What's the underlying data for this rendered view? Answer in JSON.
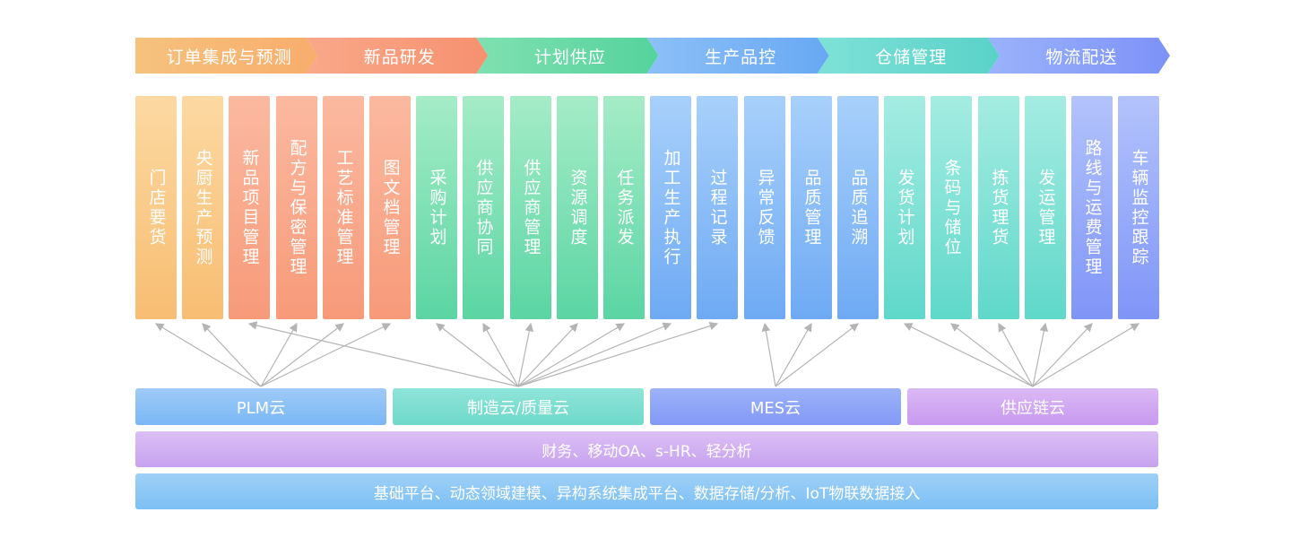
{
  "stages": [
    {
      "label": "订单集成与预测",
      "from": "#f6c27e",
      "to": "#f8ad6c"
    },
    {
      "label": "新品研发",
      "from": "#f9a88a",
      "to": "#f6916f"
    },
    {
      "label": "计划供应",
      "from": "#7fe0b0",
      "to": "#55d39d"
    },
    {
      "label": "生产品控",
      "from": "#8cc0f7",
      "to": "#68a8f3"
    },
    {
      "label": "仓储管理",
      "from": "#7fe1d8",
      "to": "#5ad2c8"
    },
    {
      "label": "物流配送",
      "from": "#9bb3fb",
      "to": "#7d92f7"
    }
  ],
  "modules": [
    {
      "label": "门店要货",
      "from": "#fcd9a2",
      "to": "#f8bd72"
    },
    {
      "label": "央厨生产预测",
      "from": "#fcd9a2",
      "to": "#f8bd72"
    },
    {
      "label": "新品项目管理",
      "from": "#fbb9a0",
      "to": "#f79a79"
    },
    {
      "label": "配方与保密管理",
      "from": "#fbb9a0",
      "to": "#f79a79"
    },
    {
      "label": "工艺标准管理",
      "from": "#fbb9a0",
      "to": "#f79a79"
    },
    {
      "label": "图文档管理",
      "from": "#fbb9a0",
      "to": "#f79a79"
    },
    {
      "label": "采购计划",
      "from": "#a5ecc7",
      "to": "#5bd5a3"
    },
    {
      "label": "供应商协同",
      "from": "#a5ecc7",
      "to": "#5bd5a3"
    },
    {
      "label": "供应商管理",
      "from": "#a5ecc7",
      "to": "#5bd5a3"
    },
    {
      "label": "资源调度",
      "from": "#a5ecc7",
      "to": "#5bd5a3"
    },
    {
      "label": "任务派发",
      "from": "#a5ecc7",
      "to": "#5bd5a3"
    },
    {
      "label": "加工生产执行",
      "from": "#a8d0fb",
      "to": "#6eaaf3"
    },
    {
      "label": "过程记录",
      "from": "#a8d0fb",
      "to": "#6eaaf3"
    },
    {
      "label": "异常反馈",
      "from": "#a8d0fb",
      "to": "#6eaaf3"
    },
    {
      "label": "品质管理",
      "from": "#a8d0fb",
      "to": "#6eaaf3"
    },
    {
      "label": "品质追溯",
      "from": "#a8d0fb",
      "to": "#6eaaf3"
    },
    {
      "label": "发货计划",
      "from": "#a5ece2",
      "to": "#5fd8ca"
    },
    {
      "label": "条码与储位",
      "from": "#a5ece2",
      "to": "#5fd8ca"
    },
    {
      "label": "拣货理货",
      "from": "#a5ece2",
      "to": "#5fd8ca"
    },
    {
      "label": "发运管理",
      "from": "#a5ece2",
      "to": "#5fd8ca"
    },
    {
      "label": "路线与运费管理",
      "from": "#b3c3fc",
      "to": "#7f95f7"
    },
    {
      "label": "车辆监控跟踪",
      "from": "#b3c3fc",
      "to": "#7f95f7"
    }
  ],
  "clouds": [
    {
      "label": "PLM云",
      "from": "#9fcbf8",
      "to": "#7ab7f4",
      "targets": [
        0,
        1,
        3,
        4,
        5
      ]
    },
    {
      "label": "制造云/质量云",
      "from": "#8fe4d8",
      "to": "#6fd9ca",
      "targets": [
        2,
        6,
        7,
        8,
        9,
        10,
        11,
        12
      ]
    },
    {
      "label": "MES云",
      "from": "#9cb2f9",
      "to": "#8399f6",
      "targets": [
        13,
        14,
        15
      ]
    },
    {
      "label": "供应链云",
      "from": "#dbb9f5",
      "to": "#c899f0",
      "targets": [
        16,
        17,
        18,
        19,
        20,
        21
      ]
    }
  ],
  "bars": [
    {
      "label": "财务、移动OA、s-HR、轻分析",
      "from": "#dcbff5",
      "to": "#c7a2ef"
    },
    {
      "label": "基础平台、动态领域建模、异构系统集成平台、数据存储/分析、IoT物联数据接入",
      "from": "#9fd0f7",
      "to": "#7cc0f4"
    }
  ],
  "arrow_color": "#b4b4b4"
}
